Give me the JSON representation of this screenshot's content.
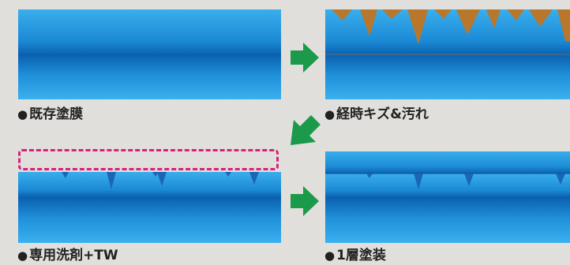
{
  "panels": [
    {
      "caption": "既存塗膜"
    },
    {
      "caption": "経時キズ&汚れ"
    },
    {
      "caption": "専用洗剤+TW"
    },
    {
      "caption": "1層塗装"
    }
  ],
  "bullet": "●",
  "colors": {
    "film_dark": "#0a5fae",
    "film_light": "#3ab0ee",
    "dirt": "#b9772c",
    "arrow": "#1a9a4a",
    "dashed": "#d8207c",
    "background": "#e3e1dd"
  }
}
